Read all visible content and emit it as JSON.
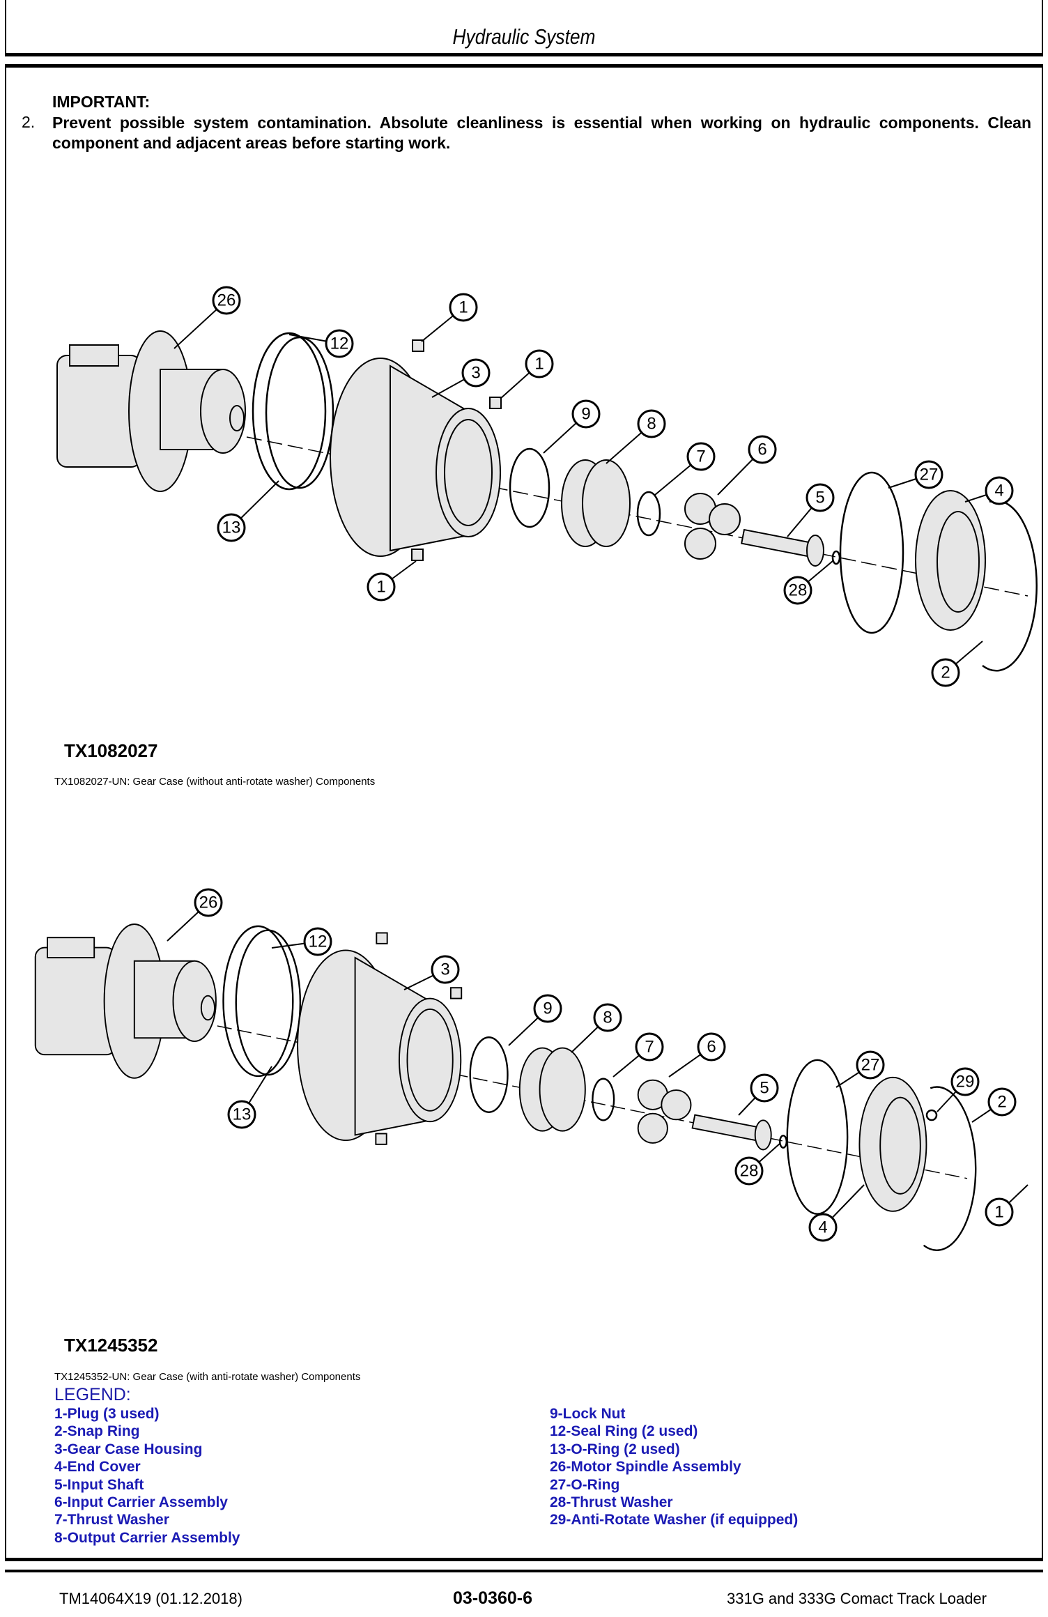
{
  "header": {
    "title": "Hydraulic System"
  },
  "notice": {
    "heading": "IMPORTANT:",
    "step_number": "2.",
    "text": "Prevent possible system contamination. Absolute cleanliness is essential when working on hydraulic components. Clean component and adjacent areas before starting work."
  },
  "figure1": {
    "id": "TX1082027",
    "caption": "TX1082027-UN: Gear Case (without anti-rotate washer) Components",
    "callouts": [
      "26",
      "12",
      "13",
      "1",
      "1",
      "1",
      "3",
      "9",
      "8",
      "7",
      "6",
      "5",
      "28",
      "27",
      "4",
      "2"
    ]
  },
  "figure2": {
    "id": "TX1245352",
    "caption": "TX1245352-UN: Gear Case (with anti-rotate washer) Components",
    "callouts": [
      "26",
      "12",
      "13",
      "3",
      "9",
      "8",
      "7",
      "6",
      "5",
      "28",
      "27",
      "29",
      "2",
      "4",
      "1"
    ]
  },
  "legend": {
    "title": "LEGEND:",
    "left": [
      "1-Plug (3 used)",
      "2-Snap Ring",
      "3-Gear Case Housing",
      "4-End Cover",
      "5-Input Shaft",
      "6-Input Carrier Assembly",
      "7-Thrust Washer",
      "8-Output Carrier Assembly"
    ],
    "right": [
      "9-Lock Nut",
      "12-Seal Ring (2 used)",
      "13-O-Ring (2 used)",
      "26-Motor Spindle Assembly",
      "27-O-Ring",
      "28-Thrust Washer",
      "29-Anti-Rotate Washer (if equipped)"
    ]
  },
  "footer": {
    "doc": "TM14064X19 (01.12.2018)",
    "page": "03-0360-6",
    "product": "331G and 333G Comact Track Loader"
  }
}
